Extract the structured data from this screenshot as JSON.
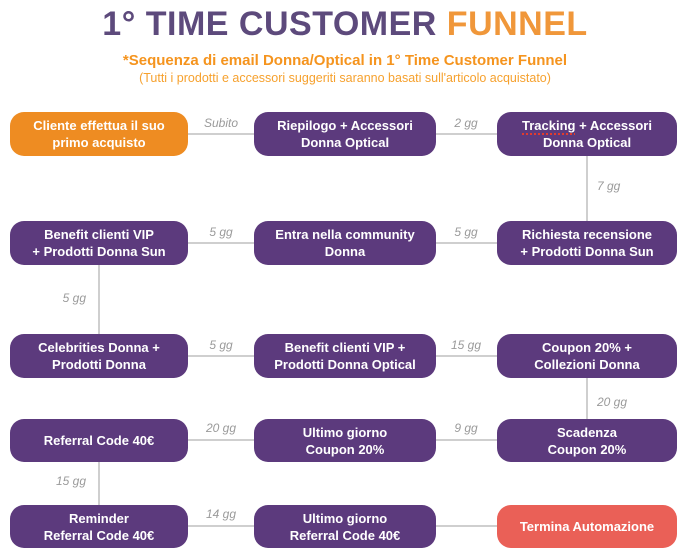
{
  "title": {
    "main": "1° TIME CUSTOMER ",
    "accent": "FUNNEL"
  },
  "subtitle": "*Sequenza di email Donna/Optical in 1° Time Customer Funnel",
  "subnote": "(Tutti i prodotti e accessori suggeriti saranno basati sull'articolo acquistato)",
  "colors": {
    "purple_box": "#5c3a7d",
    "orange_box": "#ee8c22",
    "coral_box": "#ea6057",
    "title_purple": "#5d4a7c",
    "title_orange": "#f0973a",
    "subtitle_orange": "#f5941e",
    "connector_gray": "#cfcfcf",
    "edge_label_gray": "#9a9a9a"
  },
  "nodes": {
    "cliente": {
      "lines": [
        "Cliente effettua il suo",
        "primo acquisto"
      ]
    },
    "riepilogo": {
      "lines": [
        "Riepilogo + Accessori",
        "Donna Optical"
      ]
    },
    "tracking": {
      "word": "Tracking",
      "rest": " + Accessori",
      "line2": "Donna Optical"
    },
    "benefit_sun": {
      "lines": [
        "Benefit clienti VIP",
        "+ Prodotti Donna Sun"
      ]
    },
    "entra": {
      "lines": [
        "Entra nella community",
        "Donna"
      ]
    },
    "richiesta": {
      "lines": [
        "Richiesta recensione",
        "+ Prodotti Donna Sun"
      ]
    },
    "celebrities": {
      "lines": [
        "Celebrities Donna +",
        "Prodotti Donna"
      ]
    },
    "benefit_optical": {
      "lines": [
        "Benefit clienti VIP +",
        "Prodotti Donna Optical"
      ]
    },
    "coupon": {
      "lines": [
        "Coupon 20% +",
        "Collezioni Donna"
      ]
    },
    "referral": {
      "lines": [
        "Referral Code 40€"
      ]
    },
    "ultimo_coupon": {
      "lines": [
        "Ultimo giorno",
        "Coupon 20%"
      ]
    },
    "scadenza": {
      "lines": [
        "Scadenza",
        "Coupon 20%"
      ]
    },
    "reminder": {
      "lines": [
        "Reminder",
        "Referral Code 40€"
      ]
    },
    "ultimo_referral": {
      "lines": [
        "Ultimo giorno",
        "Referral Code 40€"
      ]
    },
    "termina": {
      "lines": [
        "Termina Automazione"
      ]
    }
  },
  "edge_labels": {
    "cliente_riepilogo": "Subito",
    "riepilogo_tracking": "2 gg",
    "tracking_richiesta": "7 gg",
    "richiesta_entra": "5 gg",
    "entra_benefit": "5 gg",
    "benefit_celebrities": "5 gg",
    "celebrities_benefit2": "5 gg",
    "benefit2_coupon": "15 gg",
    "coupon_scadenza": "20 gg",
    "scadenza_ultimo": "9 gg",
    "ultimo_referral_box": "20 gg",
    "referral_reminder": "15 gg",
    "reminder_ultimo2": "14 gg"
  }
}
